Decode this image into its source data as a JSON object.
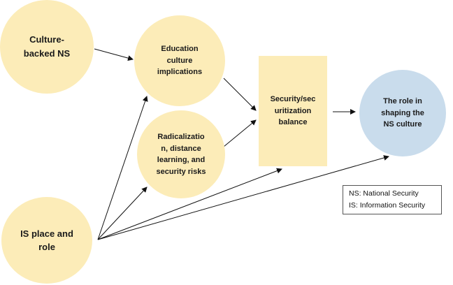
{
  "nodes": {
    "culture": "Culture-\nbacked NS",
    "education": "Education\nculture\nimplications",
    "radical": "Radicalizatio\nn, distance\nlearning, and\nsecurity risks",
    "security": "Security/sec\nuritization\nbalance",
    "role": "The role in\nshaping the\nNS culture",
    "is": "IS place and\nrole"
  },
  "legend": {
    "ns": "NS: National Security",
    "is": "IS: Information Security"
  },
  "colors": {
    "yellow_fill": "#fcecb8",
    "blue_fill": "#c9dcec",
    "arrow": "#111111"
  }
}
